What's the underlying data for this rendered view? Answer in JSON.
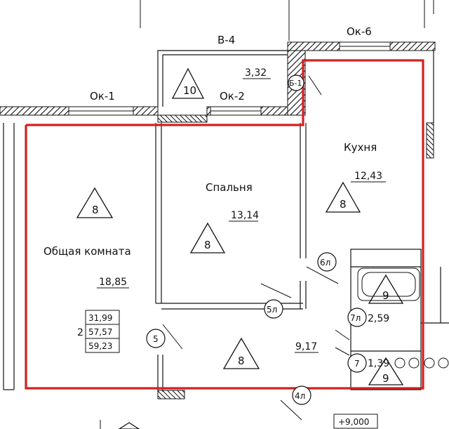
{
  "labels": {
    "balcony": "В-4",
    "window_top": "Ок-6",
    "window_left": "Ок-1",
    "window_mid": "Ок-2",
    "balcony_door": "Б-1",
    "kitchen": "Кухня",
    "bedroom": "Спальня",
    "living": "Общая комната"
  },
  "areas": {
    "balcony": "3,32",
    "kitchen": "12,43",
    "bedroom": "13,14",
    "living": "18,85",
    "hall": "9,17",
    "bath": "2,59",
    "wc": "1,39"
  },
  "triangles": {
    "balcony": "10",
    "living": "8",
    "bedroom": "8",
    "kitchen": "8",
    "hall": "8",
    "bath": "9",
    "wc": "9"
  },
  "doors": {
    "d6l": "6л",
    "d5l": "5л",
    "d5": "5",
    "d7l": "7л",
    "d7": "7",
    "d4l": "4л"
  },
  "summary": {
    "rooms": "2",
    "living_area": "31,99",
    "total_area": "57,57",
    "total_with_balcony": "59,23"
  },
  "elevation": "+9,000",
  "colors": {
    "outline": "#d42020",
    "wall": "#111111"
  }
}
